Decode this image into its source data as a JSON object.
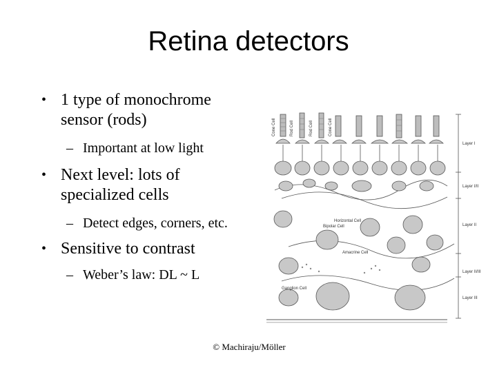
{
  "slide": {
    "title": "Retina detectors",
    "credit": "© Machiraju/Möller"
  },
  "bullets": [
    {
      "text_line1": "1 type of monochrome",
      "text_line2": "sensor  (rods)",
      "sub": "Important at low light"
    },
    {
      "text_line1": "Next level: lots of",
      "text_line2": "specialized cells",
      "sub": "Detect edges, corners, etc."
    },
    {
      "text_line1": "Sensitive to contrast",
      "sub": "Weber’s law: DL ~ L"
    }
  ],
  "figure": {
    "cell_labels": {
      "cone1": "Cone Cell",
      "rod1": "Rod Cell",
      "rod2": "Rod Cell",
      "cone2": "Cone Cell",
      "horizontal": "Horizontal Cell",
      "bipolar": "Bipolar Cell",
      "amacrine": "Amacrine Cell",
      "ganglion": "Ganglion Cell"
    },
    "layer_labels": [
      "Layer I",
      "Layer I/II",
      "Layer II",
      "Layer II/III",
      "Layer III"
    ]
  },
  "colors": {
    "cell_fill": "#c8c8c8",
    "cell_stroke": "#555555",
    "text": "#000000"
  }
}
